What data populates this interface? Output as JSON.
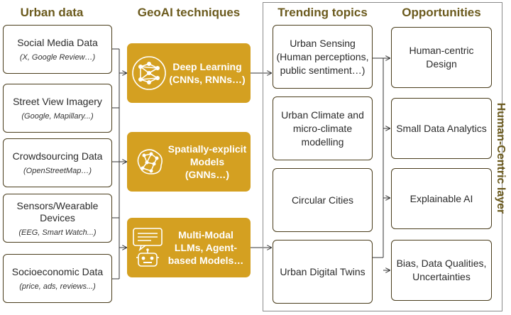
{
  "headers": {
    "urban_data": "Urban data",
    "geoai": "GeoAI techniques",
    "trending": "Trending topics",
    "opportunities": "Opportunities"
  },
  "side_label": "Human-Centric layer",
  "urban_data": [
    {
      "title": "Social Media Data",
      "sub": "(X, Google Review…)"
    },
    {
      "title": "Street View Imagery",
      "sub": "(Google, Mapillary...)"
    },
    {
      "title": "Crowdsourcing Data",
      "sub": "(OpenStreetMap…)"
    },
    {
      "title": "Sensors/Wearable Devices",
      "sub": "(EEG, Smart Watch...)"
    },
    {
      "title": "Socioeconomic Data",
      "sub": "(price, ads, reviews...)"
    }
  ],
  "techniques": [
    {
      "line1": "Deep Learning",
      "line2": "(CNNs, RNNs…)",
      "icon": "neural-network-icon"
    },
    {
      "line1": "Spatially-explicit",
      "line2": "Models (GNNs…)",
      "icon": "graph-network-icon"
    },
    {
      "line1": "Multi-Modal",
      "line2": "LLMs, Agent-",
      "line3": "based Models…",
      "icon": "chat-robot-icon"
    }
  ],
  "topics": [
    {
      "line1": "Urban Sensing",
      "line2": "(Human perceptions,",
      "line3": "public sentiment…)"
    },
    {
      "line1": "Urban Climate and",
      "line2": "micro-climate",
      "line3": "modelling"
    },
    {
      "line1": "Circular Cities"
    },
    {
      "line1": "Urban Digital Twins"
    }
  ],
  "opportunities": [
    {
      "line1": "Human-centric",
      "line2": "Design"
    },
    {
      "line1": "Small Data Analytics"
    },
    {
      "line1": "Explainable AI"
    },
    {
      "line1": "Bias, Data Qualities,",
      "line2": "Uncertainties"
    }
  ],
  "colors": {
    "accent": "#d4a021",
    "header": "#6b5a1d",
    "border": "#4a3d1c"
  }
}
